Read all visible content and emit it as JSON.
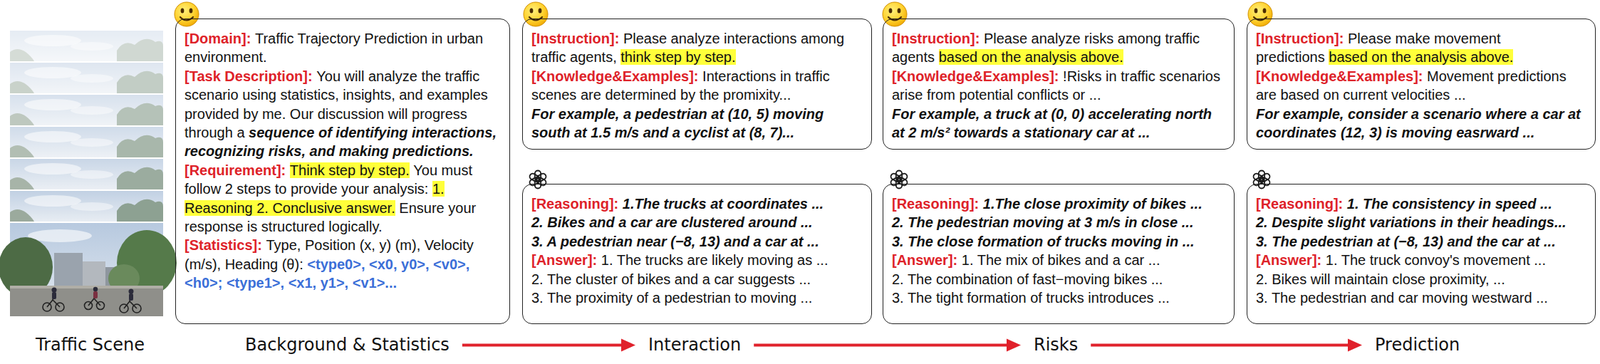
{
  "diagram": {
    "nodes": [
      {
        "text": [
          "[Domain]:",
          "Traffic Trajectory Prediction in urban environment.",
          "[Task Description]:",
          "You will analyze the traffic scenario using statistics, insights, and examples provided by me. Our discussion will progress through a",
          "sequence of identifying interactions, recognizing risks, and making predictions.",
          "[Requirement]:",
          "Think step by step.",
          "You must follow 2 steps to provide your analysis:",
          "1. Reasoning 2. Conclusive answer.",
          "Ensure your response is structured logically.",
          "[Statistics]:",
          "Type, Position (x, y) (m), Velocity (m/s), Heading (θ):",
          "<type0>, <x0, y0>, <v0>, <h0>; <type1>, <x1, y1>, <v1>..."
        ]
      },
      {
        "text": [
          "[Instruction]:",
          "Please analyze interactions among traffic agents,",
          "think step by step.",
          "[Knowledge&Examples]:",
          "Interactions in traffic scenes are determined by the promixity...",
          "For example, a pedestrian at (10, 5) moving south at 1.5 m/s and a cyclist at (8, 7)..."
        ]
      },
      {
        "text": [
          "[Reasoning]:",
          "1.The trucks at coordinates ...",
          "2. Bikes and a car are clustered around ...",
          "3. A pedestrian near (−8, 13) and a car at ...",
          "[Answer]:",
          "1. The trucks are likely moving as ...",
          "2. The cluster of bikes and a car suggests ...",
          "3. The proximity of a pedestrian to moving ..."
        ]
      },
      {
        "text": [
          "[Instruction]:",
          "Please analyze risks among traffic agents",
          "based on the analysis above.",
          "[Knowledge&Examples]:",
          "!Risks in traffic scenarios arise from potential conflicts or ...",
          "For example, a truck at (0, 0) accelerating north at 2 m/s² towards a stationary car at ..."
        ]
      },
      {
        "text": [
          "[Reasoning]:",
          "1.The close proximity of bikes ...",
          "2. The pedestrian moving at 3 m/s in close ...",
          "3. The close formation of trucks moving in ...",
          "[Answer]:",
          "1. The mix of bikes and a car ...",
          "2. The combination of fast−moving bikes ...",
          "3. The tight formation of trucks introduces ..."
        ]
      },
      {
        "text": [
          "[Instruction]:",
          "Please make movement predictions",
          "based on the analysis above.",
          "[Knowledge&Examples]:",
          "Movement predictions are based on current velocities ...",
          "For example, consider a scenario where a car at coordinates (12, 3) is moving easrward ..."
        ]
      },
      {
        "text": [
          "[Reasoning]:",
          "1. The consistency in speed ...",
          "2. Despite slight variations in their headings...",
          "3. The pedestrian at (−8, 13) and the car at ...",
          "[Answer]:",
          "1. The truck convoy's movement ...",
          "2. Bikes will maintain close proximity, ...",
          "3. The pedestrian and car moving westward ..."
        ]
      },
      {
        "text": [
          "Background & Statistics"
        ]
      },
      {
        "text": [
          "Interaction"
        ]
      },
      {
        "text": [
          "Risks"
        ]
      },
      {
        "text": [
          "Prediction"
        ]
      }
    ],
    "edges": [
      {
        "from": 7,
        "to": 8,
        "arrow": "to"
      },
      {
        "from": 8,
        "to": 9,
        "arrow": "to"
      },
      {
        "from": 9,
        "to": 10,
        "arrow": "to"
      }
    ],
    "labels": [
      "Traffic Scene"
    ]
  }
}
